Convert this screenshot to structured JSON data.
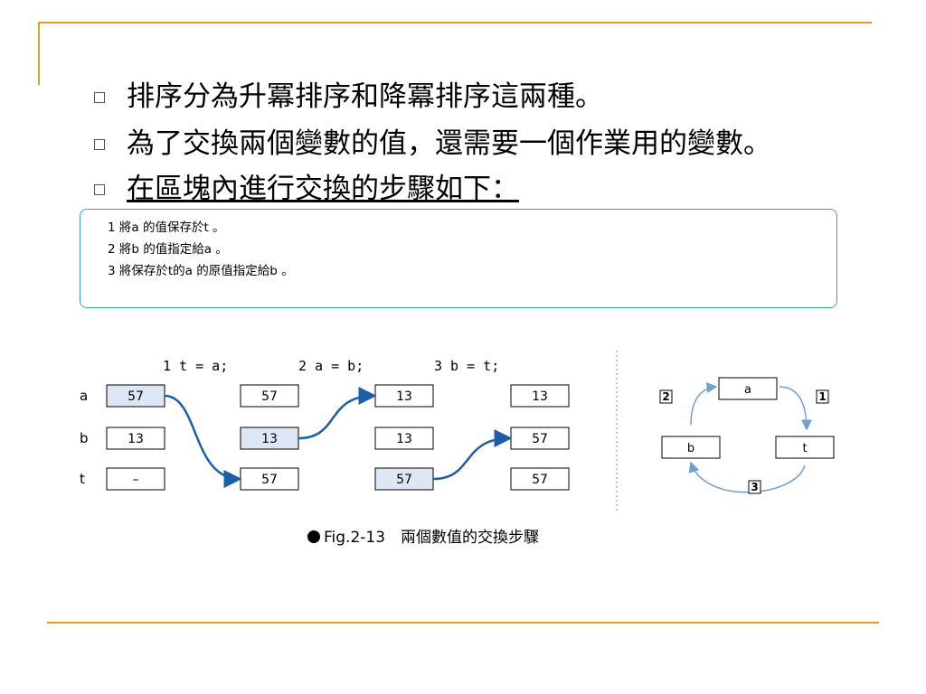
{
  "bullets": [
    "排序分為升冪排序和降冪排序這兩種。",
    "為了交換兩個變數的值，還需要一個作業用的變數。",
    "在區塊內進行交換的步驟如下："
  ],
  "steps": [
    "1 將a 的值保存於t 。",
    "2 將b 的值指定給a 。",
    "3 將保存於t的a 的原值指定給b 。"
  ],
  "diagram": {
    "headers": [
      "1 t = a;",
      "2 a = b;",
      "3 b = t;"
    ],
    "var_labels": [
      "a",
      "b",
      "t"
    ],
    "columns": [
      [
        "57",
        "13",
        "–"
      ],
      [
        "57",
        "13",
        "57"
      ],
      [
        "13",
        "13",
        "57"
      ],
      [
        "13",
        "57",
        "57"
      ]
    ],
    "cycle": {
      "nodes": [
        "a",
        "b",
        "t"
      ],
      "step_labels": [
        "2",
        "1",
        "3"
      ]
    },
    "highlight_color": "#dde6f5",
    "arrow_color": "#1b5fa8"
  },
  "caption": "Fig.2-13　兩個數值的交換步驟",
  "colors": {
    "accent": "#e0a030",
    "box_border": "#3a9ad8"
  }
}
